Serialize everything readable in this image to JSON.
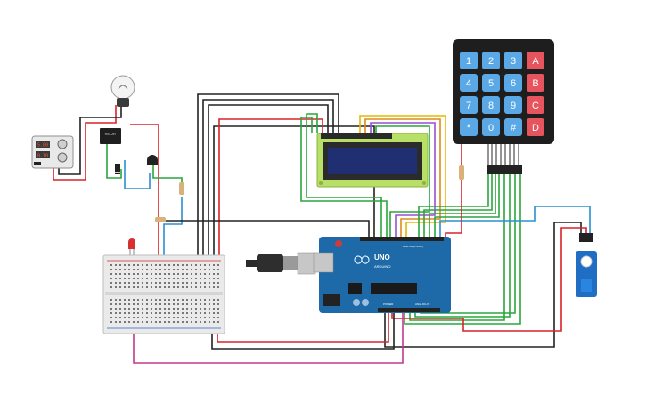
{
  "keypad": {
    "keys": [
      "1",
      "2",
      "3",
      "A",
      "4",
      "5",
      "6",
      "B",
      "7",
      "8",
      "9",
      "C",
      "*",
      "0",
      "#",
      "D"
    ],
    "digit_color": "#5aa9e6",
    "letter_color": "#e8545e",
    "body_color": "#1e1e1e"
  },
  "arduino": {
    "brand": "UNO",
    "model": "ARDUINO",
    "power_label": "POWER",
    "analog_label": "ANALOG IN",
    "digital_label": "DIGITAL (PWM~)",
    "board_color": "#1e6aa8"
  },
  "lcd": {
    "screen_color": "#1f2f72",
    "body_color": "#b9e066"
  },
  "power_supply": {
    "display_left": "5.00",
    "display_right": "0.10"
  },
  "relay": {
    "label": "RELAY"
  },
  "colors": {
    "wire_red": "#d8232a",
    "wire_black": "#222222",
    "wire_green": "#2aa63c",
    "wire_blue": "#2a8fd0",
    "wire_yellow": "#e6b800",
    "wire_purple": "#9a4fd0",
    "wire_magenta": "#c0398c",
    "servo_color": "#1f6ec4",
    "breadboard_color": "#eaeaea"
  }
}
